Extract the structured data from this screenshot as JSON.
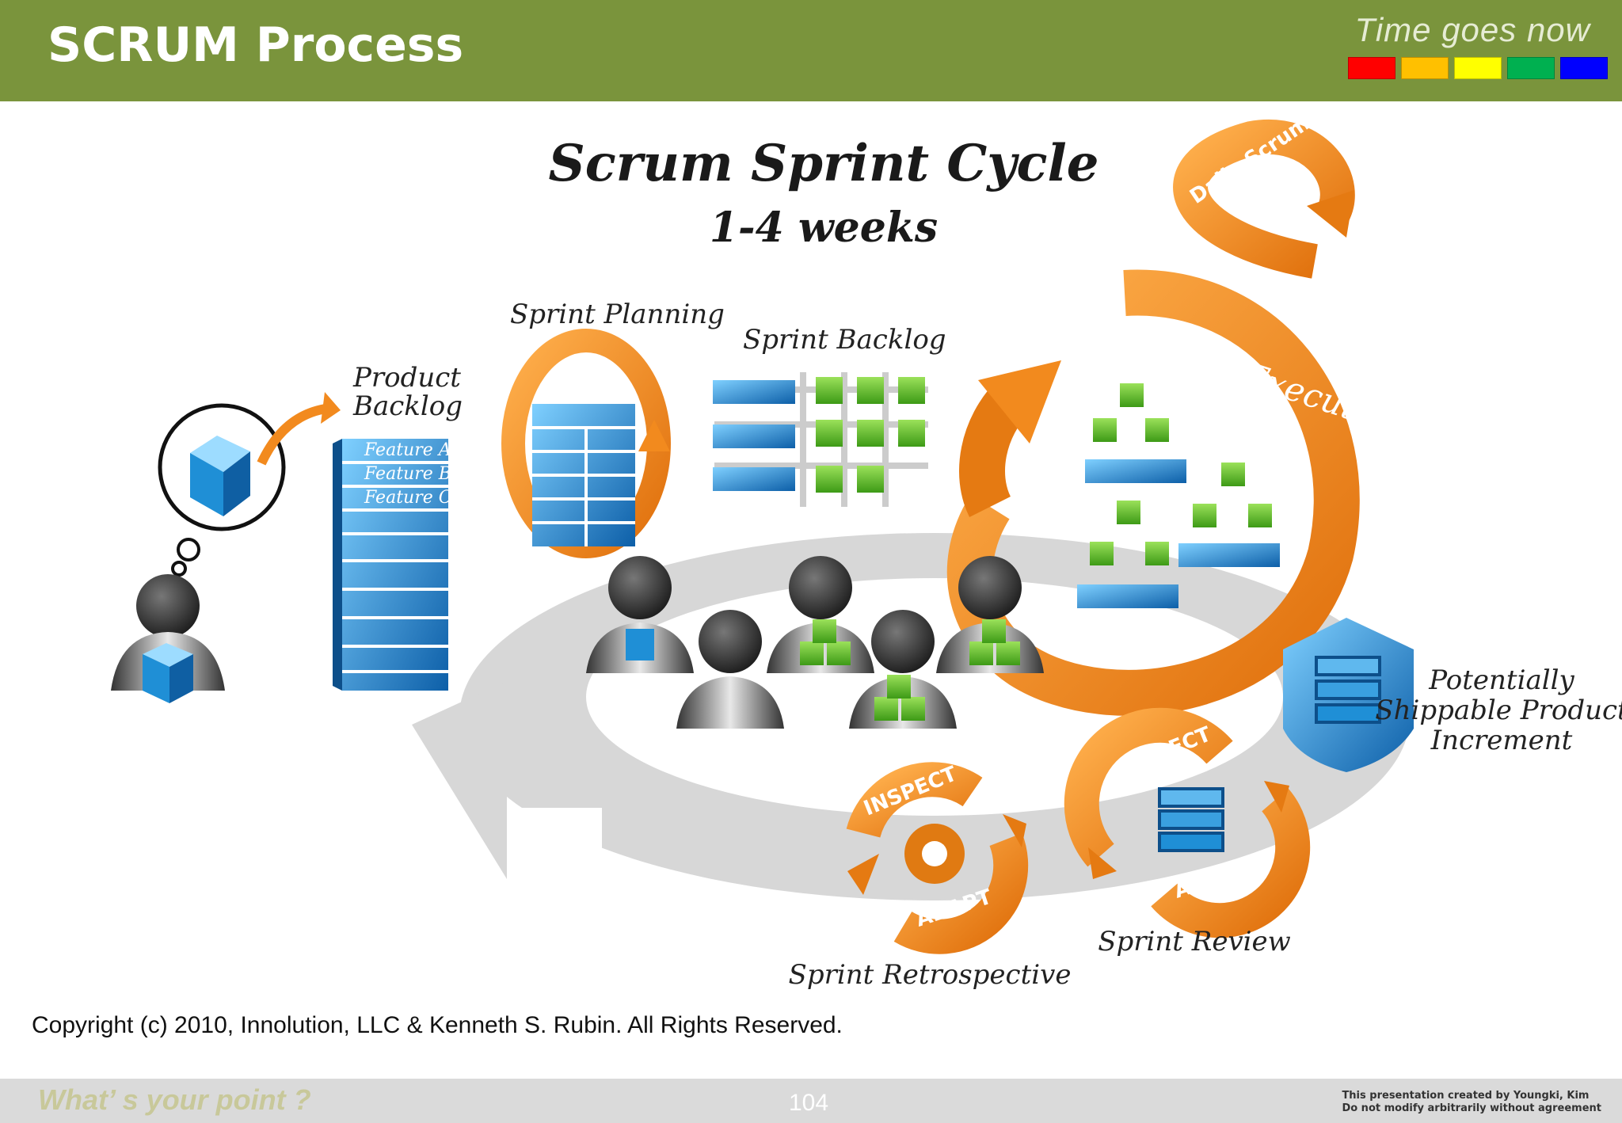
{
  "header": {
    "title": "SCRUM Process",
    "tagline": "Time goes now",
    "color_strip": [
      "#ff0000",
      "#ffc000",
      "#ffff00",
      "#00b050",
      "#0000ff"
    ]
  },
  "diagram": {
    "title": "Scrum Sprint Cycle",
    "subtitle": "1-4 weeks",
    "labels": {
      "product_backlog_line1": "Product",
      "product_backlog_line2": "Backlog",
      "feature_a": "Feature A",
      "feature_b": "Feature B",
      "feature_c": "Feature C",
      "sprint_planning": "Sprint Planning",
      "sprint_backlog": "Sprint Backlog",
      "daily_scrum": "Daily Scrum",
      "sprint_execution": "Sprint Execution",
      "increment_line1": "Potentially",
      "increment_line2": "Shippable Product",
      "increment_line3": "Increment",
      "sprint_review": "Sprint Review",
      "sprint_retrospective": "Sprint Retrospective",
      "inspect": "INSPECT",
      "adapt": "ADAPT"
    },
    "colors": {
      "orange": "#f28a1e",
      "blue": "#1f8fd6",
      "green": "#5cbf2a",
      "ring_gray": "#d6d6d6"
    },
    "copyright": "Copyright (c) 2010, Innolution, LLC & Kenneth S. Rubin. All Rights Reserved."
  },
  "footer": {
    "left_text": "What’ s your point ?",
    "page_number": "104",
    "credit_line1": "This presentation created by  Youngki, Kim",
    "credit_line2": "Do not modify arbitrarily without agreement"
  }
}
